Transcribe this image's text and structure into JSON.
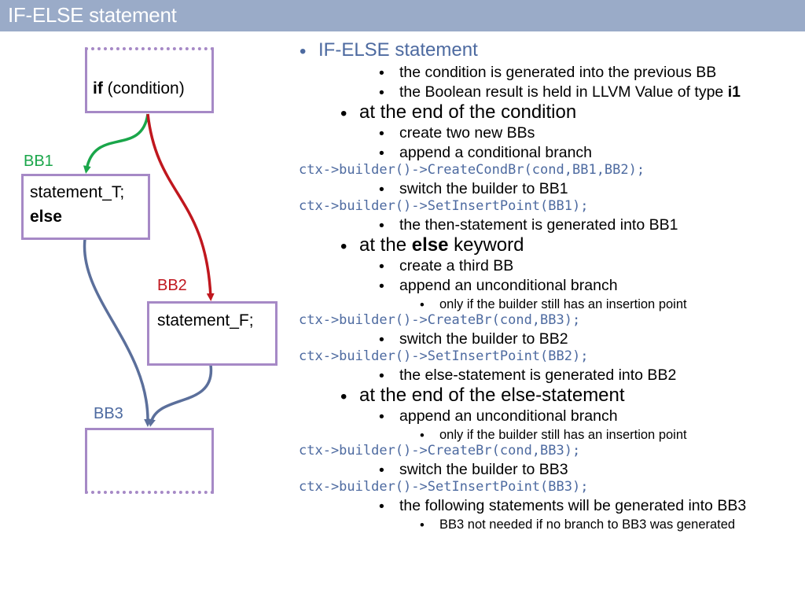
{
  "header": {
    "title": "IF-ELSE statement"
  },
  "diagram": {
    "box1": {
      "keyword": "if",
      "text": "(condition)"
    },
    "box2": {
      "line1": "statement_T;",
      "line2": "else"
    },
    "box3": {
      "text": "statement_F;"
    },
    "labels": {
      "bb1": "BB1",
      "bb2": "BB2",
      "bb3": "BB3"
    },
    "colors": {
      "box": "#a689c6",
      "true_arrow": "#1aa64a",
      "false_arrow": "#c0171e",
      "merge_arrow": "#5b6f9b",
      "bb1": "#1aa64a",
      "bb2": "#c0171e",
      "bb3": "#4d6aa0"
    }
  },
  "notes": {
    "l0": "IF-ELSE statement",
    "l1": "the condition is generated into the previous BB",
    "l2a": "the Boolean result is held in LLVM Value of type ",
    "l2b": "i1",
    "l3": "at the end of the condition",
    "l4": "create two new BBs",
    "l5": "append a conditional branch",
    "c1": "ctx->builder()->CreateCondBr(cond,BB1,BB2);",
    "l6": "switch the builder to BB1",
    "c2": "ctx->builder()->SetInsertPoint(BB1);",
    "l7": "the then-statement is generated into BB1",
    "l8a": "at the ",
    "l8b": "else",
    "l8c": " keyword",
    "l9": "create a third BB",
    "l10": "append an unconditional branch",
    "l11": "only if the builder still has an insertion point",
    "c3": "ctx->builder()->CreateBr(cond,BB3);",
    "l12": "switch the builder to BB2",
    "c4": "ctx->builder()->SetInsertPoint(BB2);",
    "l13": "the else-statement is generated into BB2",
    "l14": "at the end of the else-statement",
    "l15": "append an unconditional branch",
    "l16": "only if the builder still has an insertion point",
    "c5": "ctx->builder()->CreateBr(cond,BB3);",
    "l17": "switch the builder to BB3",
    "c6": "ctx->builder()->SetInsertPoint(BB3);",
    "l18": "the following statements will be generated into BB3",
    "l19": "BB3 not needed if no branch to BB3 was generated"
  }
}
